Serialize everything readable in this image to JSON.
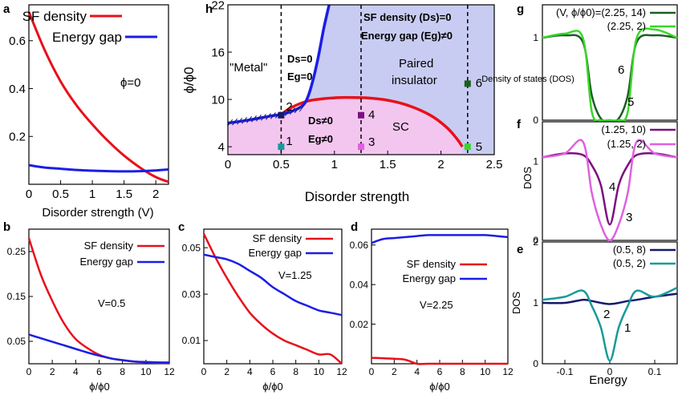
{
  "colors": {
    "red": "#e8101a",
    "blue": "#1a1ee6",
    "pink": "#f3c6ef",
    "lavender": "#c9ccf2"
  },
  "panel_a": {
    "label": "a",
    "legend": [
      "SF density",
      "Energy gap"
    ],
    "annotation": "ϕ=0",
    "xlabel": "Disorder strength (V)",
    "x_ticks": [
      "0",
      "0.5",
      "1",
      "1.5",
      "2"
    ],
    "y_ticks": [
      "0.2",
      "0.4",
      "0.6"
    ]
  },
  "panel_b": {
    "label": "b",
    "legend": [
      "SF density",
      "Energy gap"
    ],
    "annotation": "V=0.5",
    "xlabel": "ϕ/ϕ0",
    "x_ticks": [
      "0",
      "2",
      "4",
      "6",
      "8",
      "10",
      "12"
    ],
    "y_ticks": [
      "0.05",
      "0.15",
      "0.25"
    ]
  },
  "panel_c": {
    "label": "c",
    "legend": [
      "SF density",
      "Energy gap"
    ],
    "annotation": "V=1.25",
    "xlabel": "ϕ/ϕ0",
    "x_ticks": [
      "0",
      "2",
      "4",
      "6",
      "8",
      "10",
      "12"
    ],
    "y_ticks": [
      "0.01",
      "0.03",
      "0.05"
    ]
  },
  "panel_d": {
    "label": "d",
    "legend": [
      "SF density",
      "Energy gap"
    ],
    "annotation": "V=2.25",
    "xlabel": "ϕ/ϕ0",
    "x_ticks": [
      "0",
      "2",
      "4",
      "6",
      "8",
      "10",
      "12"
    ],
    "y_ticks": [
      "0.02",
      "0.04",
      "0.06"
    ]
  },
  "panel_h": {
    "label": "h",
    "xlabel": "Disorder strength",
    "ylabel": "ϕ/ϕ0",
    "x_ticks": [
      "0",
      "0.5",
      "1",
      "1.5",
      "2",
      "2.5"
    ],
    "y_ticks": [
      "4",
      "10",
      "16",
      "22"
    ],
    "region_metal": "\"Metal\"",
    "metal_ds": "Ds=0",
    "metal_eg": "Eg=0",
    "paired_title_red": "SF density (Ds)=0",
    "paired_title_blue": "Energy gap (Eg)≠0",
    "paired_label": "Paired insulator",
    "sc_ds": "Ds≠0",
    "sc_eg": "Eg≠0",
    "sc_label": "SC",
    "points": [
      "1",
      "2",
      "3",
      "4",
      "5",
      "6"
    ]
  },
  "panel_g": {
    "label": "g",
    "ylabel": "Density of states (DOS)",
    "legend": [
      "(V, ϕ/ϕ0)=(2.25, 14)",
      "(2.25, 2)"
    ],
    "curve_labels": [
      "6",
      "5"
    ]
  },
  "panel_f": {
    "label": "f",
    "ylabel": "DOS",
    "legend": [
      "(1.25, 10)",
      "(1.25, 2)"
    ],
    "curve_labels": [
      "4",
      "3"
    ]
  },
  "panel_e": {
    "label": "e",
    "ylabel": "DOS",
    "xlabel": "Energy",
    "legend": [
      "(0.5, 8)",
      "(0.5, 2)"
    ],
    "curve_labels": [
      "2",
      "1"
    ],
    "x_ticks": [
      "-0.1",
      "0",
      "0.1"
    ],
    "y_ticks": [
      "0",
      "1",
      "2"
    ]
  },
  "chart_data": [
    {
      "type": "line",
      "panel": "a",
      "x": [
        0,
        0.25,
        0.5,
        0.75,
        1.0,
        1.25,
        1.5,
        1.75,
        2.0,
        2.2
      ],
      "series": [
        {
          "name": "SF density",
          "values": [
            0.72,
            0.56,
            0.43,
            0.33,
            0.25,
            0.18,
            0.12,
            0.07,
            0.03,
            0.01
          ]
        },
        {
          "name": "Energy gap",
          "values": [
            0.08,
            0.07,
            0.065,
            0.06,
            0.057,
            0.055,
            0.054,
            0.055,
            0.058,
            0.062
          ]
        }
      ],
      "xlim": [
        0,
        2.2
      ],
      "ylim": [
        0,
        0.75
      ]
    },
    {
      "type": "line",
      "panel": "b",
      "x": [
        0,
        1,
        2,
        3,
        4,
        5,
        6,
        7,
        8,
        9,
        10,
        11,
        12
      ],
      "series": [
        {
          "name": "SF density",
          "values": [
            0.28,
            0.2,
            0.14,
            0.09,
            0.055,
            0.035,
            0.02,
            0.012,
            0.008,
            0.005,
            0.003,
            0.002,
            0.002
          ]
        },
        {
          "name": "Energy gap",
          "values": [
            0.065,
            0.057,
            0.049,
            0.041,
            0.033,
            0.025,
            0.018,
            0.012,
            0.008,
            0.005,
            0.004,
            0.003,
            0.003
          ]
        }
      ],
      "xlim": [
        0,
        12
      ],
      "ylim": [
        0,
        0.3
      ]
    },
    {
      "type": "line",
      "panel": "c",
      "x": [
        0,
        1,
        2,
        3,
        4,
        5,
        6,
        7,
        8,
        9,
        10,
        11,
        12
      ],
      "series": [
        {
          "name": "SF density",
          "values": [
            0.056,
            0.046,
            0.037,
            0.029,
            0.022,
            0.017,
            0.013,
            0.01,
            0.008,
            0.006,
            0.004,
            0.004,
            0.0
          ]
        },
        {
          "name": "Energy gap",
          "values": [
            0.047,
            0.046,
            0.045,
            0.043,
            0.04,
            0.037,
            0.033,
            0.03,
            0.027,
            0.025,
            0.023,
            0.022,
            0.021
          ]
        }
      ],
      "xlim": [
        0,
        12
      ],
      "ylim": [
        0,
        0.058
      ]
    },
    {
      "type": "line",
      "panel": "d",
      "x": [
        0,
        1,
        2,
        3,
        4,
        5,
        6,
        7,
        8,
        9,
        10,
        11,
        12
      ],
      "series": [
        {
          "name": "SF density",
          "values": [
            0.003,
            0.0028,
            0.0025,
            0.002,
            0,
            0,
            0,
            0,
            0,
            0,
            0,
            0,
            0
          ]
        },
        {
          "name": "Energy gap",
          "values": [
            0.061,
            0.063,
            0.0635,
            0.064,
            0.0645,
            0.065,
            0.065,
            0.065,
            0.065,
            0.065,
            0.065,
            0.0645,
            0.064
          ]
        }
      ],
      "xlim": [
        0,
        12
      ],
      "ylim": [
        0,
        0.068
      ]
    },
    {
      "type": "line",
      "panel": "h",
      "xlim": [
        0,
        2.5
      ],
      "ylim": [
        3,
        22
      ],
      "series": [
        {
          "name": "",
          "x": [
            0,
            0.2,
            0.4,
            0.5,
            0.6,
            0.7,
            0.75,
            0.8,
            0.85,
            0.9,
            0.95
          ],
          "values": [
            7.0,
            7.4,
            7.9,
            8.1,
            8.5,
            9.2,
            10.3,
            12.5,
            15.5,
            19.0,
            22.0
          ]
        },
        {
          "name": "",
          "x": [
            0.5,
            0.6,
            0.75,
            0.9,
            1.0,
            1.1,
            1.3,
            1.5,
            1.7,
            1.9,
            2.05,
            2.15,
            2.2
          ],
          "values": [
            8.1,
            9.0,
            9.8,
            10.1,
            10.2,
            10.25,
            10.2,
            9.9,
            9.2,
            8.0,
            6.5,
            5.0,
            4.0
          ]
        }
      ],
      "points": [
        {
          "label": "1",
          "x": 0.5,
          "y": 4
        },
        {
          "label": "2",
          "x": 0.5,
          "y": 8
        },
        {
          "label": "3",
          "x": 1.25,
          "y": 4
        },
        {
          "label": "4",
          "x": 1.25,
          "y": 8
        },
        {
          "label": "5",
          "x": 2.25,
          "y": 4
        },
        {
          "label": "6",
          "x": 2.25,
          "y": 12
        }
      ]
    },
    {
      "type": "line",
      "panel": "g",
      "x": [
        -0.15,
        -0.1,
        -0.06,
        -0.04,
        -0.02,
        0,
        0.02,
        0.04,
        0.06,
        0.1,
        0.15
      ],
      "series": [
        {
          "name": "(V, ϕ/ϕ0)=(2.25, 14)",
          "values": [
            1.0,
            1.03,
            0.95,
            0.3,
            0.02,
            0.0,
            0.02,
            0.3,
            0.95,
            1.03,
            1.0
          ]
        },
        {
          "name": "(2.25, 2)",
          "values": [
            1.0,
            1.05,
            1.0,
            0.1,
            0.0,
            0.0,
            0.0,
            0.1,
            1.0,
            1.1,
            1.0
          ]
        }
      ],
      "ylim": [
        0,
        1.4
      ]
    },
    {
      "type": "line",
      "panel": "f",
      "x": [
        -0.15,
        -0.1,
        -0.06,
        -0.04,
        -0.02,
        0,
        0.02,
        0.04,
        0.06,
        0.1,
        0.15
      ],
      "series": [
        {
          "name": "(1.25, 10)",
          "values": [
            1.05,
            1.1,
            1.08,
            0.95,
            0.7,
            0.2,
            0.7,
            0.95,
            1.08,
            1.1,
            1.05
          ]
        },
        {
          "name": "(1.25, 2)",
          "values": [
            1.05,
            1.1,
            1.25,
            0.6,
            0.2,
            0.0,
            0.2,
            0.6,
            1.25,
            1.1,
            1.05
          ]
        }
      ],
      "ylim": [
        0,
        1.5
      ]
    },
    {
      "type": "line",
      "panel": "e",
      "x": [
        -0.15,
        -0.1,
        -0.06,
        -0.04,
        -0.02,
        0,
        0.02,
        0.04,
        0.06,
        0.1,
        0.15
      ],
      "series": [
        {
          "name": "(0.5, 8)",
          "values": [
            1.0,
            1.0,
            1.05,
            1.03,
            1.0,
            0.98,
            1.0,
            1.03,
            1.05,
            1.1,
            1.15
          ]
        },
        {
          "name": "(0.5, 2)",
          "values": [
            1.05,
            1.1,
            1.2,
            0.95,
            0.6,
            0.05,
            0.6,
            0.95,
            1.2,
            1.1,
            1.25
          ]
        }
      ],
      "ylim": [
        0,
        2
      ],
      "xlim": [
        -0.15,
        0.15
      ]
    }
  ]
}
